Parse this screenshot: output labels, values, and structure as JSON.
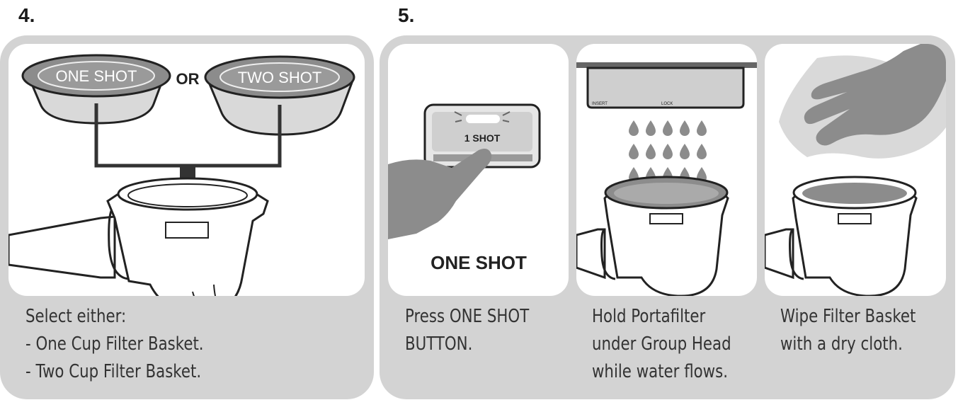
{
  "steps": {
    "step4": {
      "number": "4.",
      "labels": {
        "one_shot": "ONE SHOT",
        "or": "OR",
        "two_shot": "TWO SHOT"
      },
      "caption": [
        "Select either:",
        "- One Cup Filter Basket.",
        "- Two Cup Filter Basket."
      ]
    },
    "step5": {
      "number": "5.",
      "press": {
        "button_label": "1 SHOT",
        "big_label": "ONE SHOT",
        "caption": [
          "Press ONE SHOT",
          "BUTTON."
        ]
      },
      "hold": {
        "insert_label": "INSERT",
        "lock_label": "LOCK",
        "caption": [
          "Hold Portafilter",
          "under Group Head",
          "while water flows."
        ]
      },
      "wipe": {
        "caption": [
          "Wipe Filter Basket",
          "with a dry cloth."
        ]
      }
    }
  },
  "colors": {
    "panel": "#d3d3d3",
    "card": "#ffffff",
    "gray_fill": "#8c8c8c",
    "line": "#222222"
  }
}
